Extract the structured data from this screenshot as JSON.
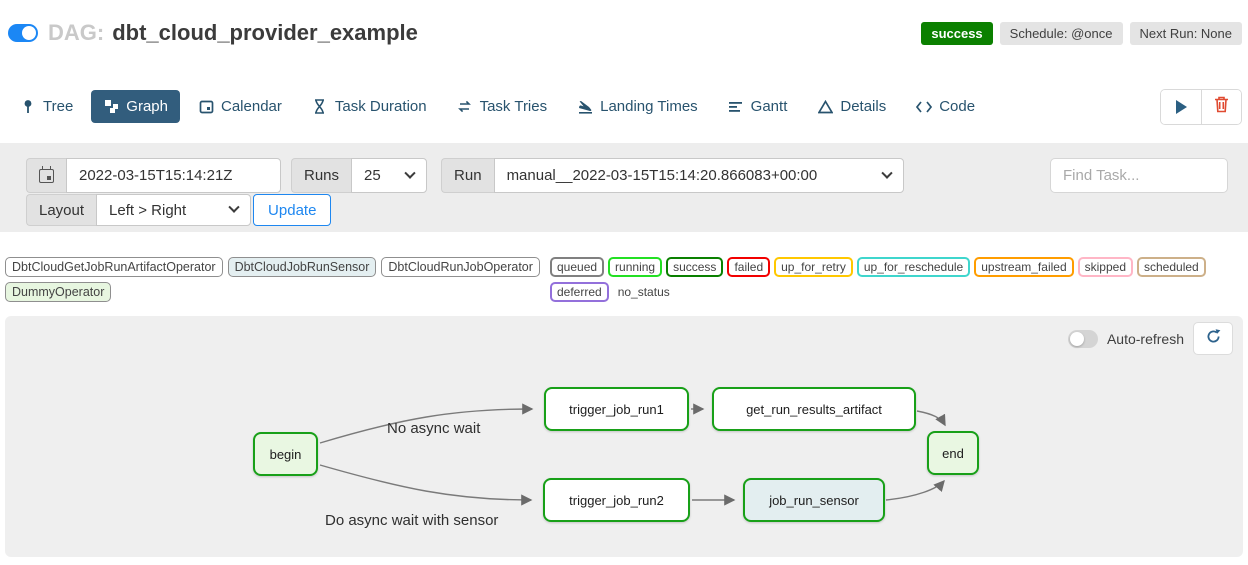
{
  "header": {
    "dag_prefix": "DAG:",
    "dag_title": "dbt_cloud_provider_example",
    "status_badge": "success",
    "schedule_badge": "Schedule: @once",
    "next_run_badge": "Next Run: None",
    "colors": {
      "toggle_on": "#1b87f5",
      "success_bg": "#0b8000"
    }
  },
  "tabs": [
    {
      "label": "Tree",
      "icon": "pin-icon",
      "active": false
    },
    {
      "label": "Graph",
      "icon": "sitemap-icon",
      "active": true
    },
    {
      "label": "Calendar",
      "icon": "calendar-icon",
      "active": false
    },
    {
      "label": "Task Duration",
      "icon": "hourglass-icon",
      "active": false
    },
    {
      "label": "Task Tries",
      "icon": "repeat-icon",
      "active": false
    },
    {
      "label": "Landing Times",
      "icon": "plane-landing-icon",
      "active": false
    },
    {
      "label": "Gantt",
      "icon": "gantt-bars-icon",
      "active": false
    },
    {
      "label": "Details",
      "icon": "triangle-icon",
      "active": false
    },
    {
      "label": "Code",
      "icon": "code-icon",
      "active": false
    }
  ],
  "toolbar": {
    "play_icon": "play-icon",
    "trash_icon": "trash-icon"
  },
  "filters": {
    "date_value": "2022-03-15T15:14:21Z",
    "runs_label": "Runs",
    "runs_value": "25",
    "run_label": "Run",
    "run_value": "manual__2022-03-15T15:14:20.866083+00:00",
    "find_task_placeholder": "Find Task...",
    "layout_label": "Layout",
    "layout_value": "Left > Right",
    "update_label": "Update"
  },
  "legend": {
    "operators": [
      {
        "label": "DbtCloudGetJobRunArtifactOperator",
        "color": "#ffffff"
      },
      {
        "label": "DbtCloudJobRunSensor",
        "color": "#e4eff1"
      },
      {
        "label": "DbtCloudRunJobOperator",
        "color": "#ffffff"
      },
      {
        "label": "DummyOperator",
        "color": "#e7f6e0"
      }
    ],
    "statuses": [
      {
        "label": "queued",
        "color": "#808080"
      },
      {
        "label": "running",
        "color": "#23e023"
      },
      {
        "label": "success",
        "color": "#0a8000"
      },
      {
        "label": "failed",
        "color": "#f20000"
      },
      {
        "label": "up_for_retry",
        "color": "#ffc800"
      },
      {
        "label": "up_for_reschedule",
        "color": "#3fd6cd"
      },
      {
        "label": "upstream_failed",
        "color": "#ff9d00"
      },
      {
        "label": "skipped",
        "color": "#ffb6c6"
      },
      {
        "label": "scheduled",
        "color": "#cdb089"
      },
      {
        "label": "deferred",
        "color": "#9370db"
      },
      {
        "label": "no_status",
        "color": "none"
      }
    ]
  },
  "graph": {
    "auto_refresh_label": "Auto-refresh",
    "auto_refresh_on": false,
    "nodes": [
      {
        "id": "begin",
        "label": "begin",
        "state": "success",
        "operator": "DummyOperator"
      },
      {
        "id": "trigger_job_run1",
        "label": "trigger_job_run1",
        "state": "success",
        "operator": "DbtCloudRunJobOperator"
      },
      {
        "id": "get_run_results_artifact",
        "label": "get_run_results_artifact",
        "state": "success",
        "operator": "DbtCloudGetJobRunArtifactOperator"
      },
      {
        "id": "trigger_job_run2",
        "label": "trigger_job_run2",
        "state": "success",
        "operator": "DbtCloudRunJobOperator"
      },
      {
        "id": "job_run_sensor",
        "label": "job_run_sensor",
        "state": "success",
        "operator": "DbtCloudJobRunSensor"
      },
      {
        "id": "end",
        "label": "end",
        "state": "success",
        "operator": "DummyOperator"
      }
    ],
    "edges": [
      {
        "from": "begin",
        "to": "trigger_job_run1",
        "label": "No async wait"
      },
      {
        "from": "begin",
        "to": "trigger_job_run2",
        "label": "Do async wait with sensor"
      },
      {
        "from": "trigger_job_run1",
        "to": "get_run_results_artifact",
        "label": ""
      },
      {
        "from": "trigger_job_run2",
        "to": "job_run_sensor",
        "label": ""
      },
      {
        "from": "get_run_results_artifact",
        "to": "end",
        "label": ""
      },
      {
        "from": "job_run_sensor",
        "to": "end",
        "label": ""
      }
    ]
  }
}
